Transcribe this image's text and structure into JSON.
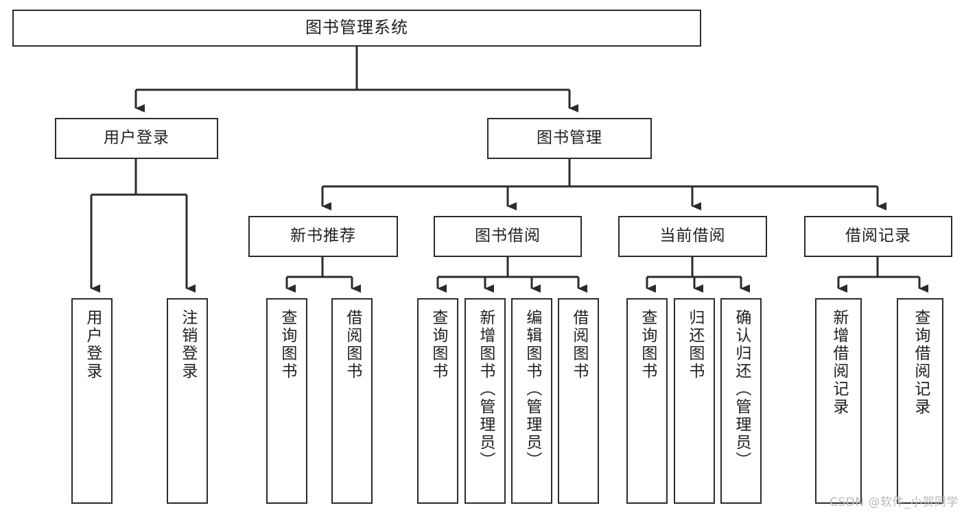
{
  "diagram": {
    "title": "图书管理系统",
    "type": "功能结构图",
    "watermark": "CSDN @软件_小贺同学",
    "colors": {
      "box_border": "#2b2b2b",
      "box_fill": "#ffffff",
      "connector": "#2b2b2b",
      "text": "#1f1f1f",
      "watermark": "#b9b9b9",
      "background": "#ffffff"
    },
    "nodes": {
      "root": {
        "label": "图书管理系统"
      },
      "level2": [
        {
          "id": "user-login",
          "label": "用户登录"
        },
        {
          "id": "book-manage",
          "label": "图书管理"
        }
      ],
      "level3": [
        {
          "id": "new-book-recommend",
          "label": "新书推荐"
        },
        {
          "id": "book-borrow",
          "label": "图书借阅"
        },
        {
          "id": "current-borrow",
          "label": "当前借阅"
        },
        {
          "id": "borrow-record",
          "label": "借阅记录"
        }
      ],
      "leaves": {
        "user_login": [
          {
            "id": "leaf-user-login",
            "label": "用户登录"
          },
          {
            "id": "leaf-logout-login",
            "label": "注销登录"
          }
        ],
        "new_book_recommend": [
          {
            "id": "leaf-query-book-1",
            "label": "查询图书"
          },
          {
            "id": "leaf-borrow-book-1",
            "label": "借阅图书"
          }
        ],
        "book_borrow": [
          {
            "id": "leaf-query-book-2",
            "label": "查询图书"
          },
          {
            "id": "leaf-add-book",
            "label": "新增图书（管理员）"
          },
          {
            "id": "leaf-edit-book",
            "label": "编辑图书（管理员）"
          },
          {
            "id": "leaf-borrow-book-2",
            "label": "借阅图书"
          }
        ],
        "current_borrow": [
          {
            "id": "leaf-query-book-3",
            "label": "查询图书"
          },
          {
            "id": "leaf-return-book",
            "label": "归还图书"
          },
          {
            "id": "leaf-confirm-return",
            "label": "确认归还（管理员）"
          }
        ],
        "borrow_record": [
          {
            "id": "leaf-add-record",
            "label": "新增借阅记录"
          },
          {
            "id": "leaf-query-record",
            "label": "查询借阅记录"
          }
        ]
      }
    }
  }
}
